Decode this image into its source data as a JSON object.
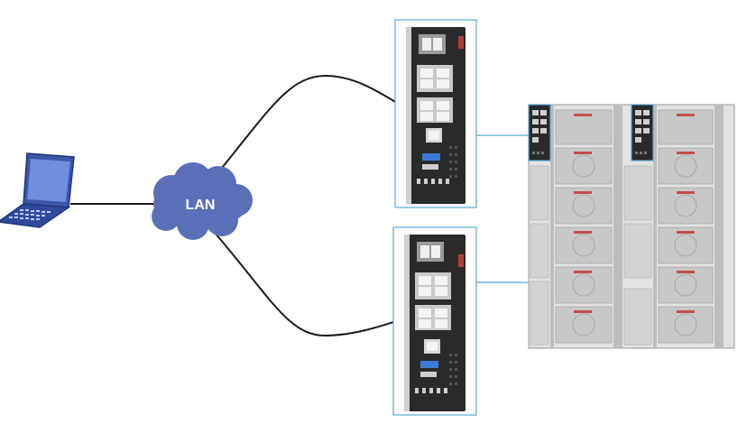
{
  "diagram": {
    "cloud": {
      "label": "LAN",
      "color": "#5a6fb8",
      "text_color": "#ffffff"
    },
    "colors": {
      "cable": "#1a1a1a",
      "connector": "#5aa9d6",
      "laptop": "#3b55a8",
      "module_body": "#2a2a2a",
      "chassis_body": "#cfcfcf"
    },
    "nodes": [
      {
        "id": "laptop",
        "kind": "laptop-icon"
      },
      {
        "id": "lan",
        "kind": "cloud-icon"
      },
      {
        "id": "mm-top",
        "kind": "management-module"
      },
      {
        "id": "mm-bottom",
        "kind": "management-module"
      },
      {
        "id": "chassis",
        "kind": "blade-chassis"
      }
    ],
    "links": [
      {
        "from": "laptop",
        "to": "lan"
      },
      {
        "from": "lan",
        "to": "mm-top"
      },
      {
        "from": "lan",
        "to": "mm-bottom"
      },
      {
        "from": "mm-top",
        "to": "chassis"
      },
      {
        "from": "mm-bottom",
        "to": "chassis"
      }
    ]
  }
}
